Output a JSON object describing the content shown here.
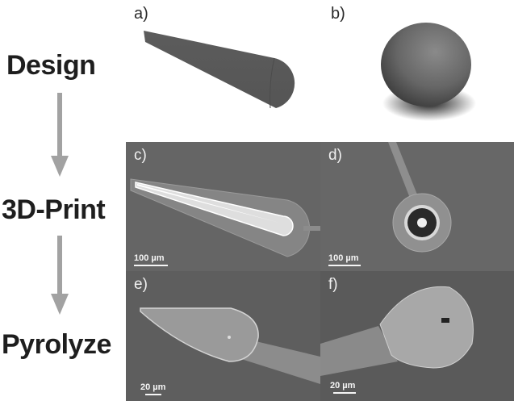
{
  "workflow": {
    "steps": [
      {
        "label": "Design"
      },
      {
        "label": "3D-Print"
      },
      {
        "label": "Pyrolyze"
      }
    ]
  },
  "panels": {
    "a": {
      "label": "a)",
      "content": "CAD render of tapered cone electrode"
    },
    "b": {
      "label": "b)",
      "content": "CAD render of sphere electrode"
    },
    "c": {
      "label": "c)",
      "content": "SEM of 3D-printed cone",
      "scale_bar": "100 µm"
    },
    "d": {
      "label": "d)",
      "content": "SEM of 3D-printed sphere (top view)",
      "scale_bar": "100 µm"
    },
    "e": {
      "label": "e)",
      "content": "SEM of pyrolyzed cone",
      "scale_bar": "20 µm"
    },
    "f": {
      "label": "f)",
      "content": "SEM of pyrolyzed sphere",
      "scale_bar": "20 µm"
    }
  },
  "colors": {
    "arrow": "#a2a2a2",
    "text": "#1e1e1e",
    "sem_bg": "#6a6a6a"
  }
}
